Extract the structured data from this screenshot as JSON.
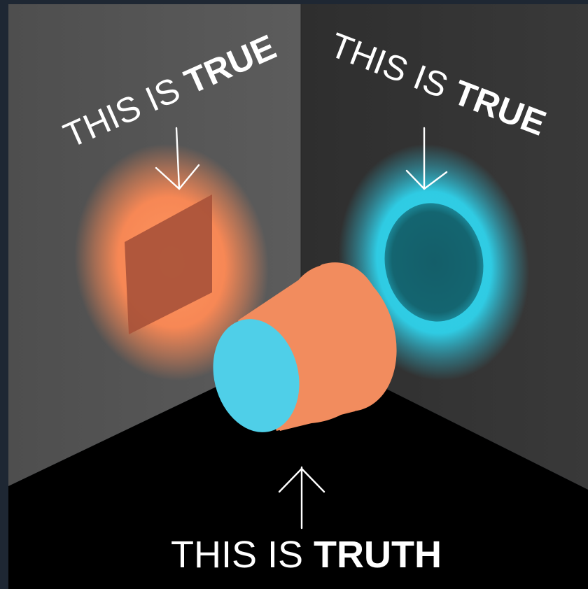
{
  "labels": {
    "left_wall": {
      "prefix": "THIS IS ",
      "emphasis": "TRUE"
    },
    "right_wall": {
      "prefix": "THIS IS ",
      "emphasis": "TRUE"
    },
    "floor": {
      "prefix": "THIS IS ",
      "emphasis": "TRUTH"
    }
  },
  "colors": {
    "frame": "#1e2733",
    "left_wall": "#5a5a5a",
    "right_wall": "#333333",
    "floor": "#000000",
    "orange_glow": "#ff8a55",
    "square_shadow": "#a9523a",
    "cylinder_body": "#f28c5e",
    "cyan_glow": "#31d6ef",
    "circle_shadow": "#14606b",
    "cylinder_end": "#4fcfe8",
    "text": "#ffffff"
  }
}
